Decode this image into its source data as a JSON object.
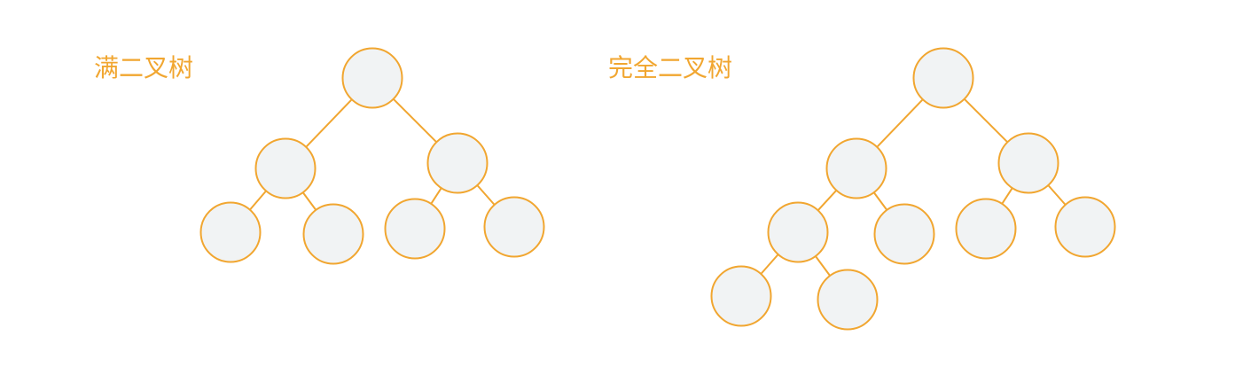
{
  "diagrams": [
    {
      "title": "满二叉树",
      "node_count": 7,
      "edges": [
        [
          0,
          1
        ],
        [
          0,
          2
        ],
        [
          1,
          3
        ],
        [
          1,
          4
        ],
        [
          2,
          5
        ],
        [
          2,
          6
        ]
      ]
    },
    {
      "title": "完全二叉树",
      "node_count": 9,
      "edges": [
        [
          0,
          1
        ],
        [
          0,
          2
        ],
        [
          1,
          3
        ],
        [
          1,
          4
        ],
        [
          2,
          5
        ],
        [
          2,
          6
        ],
        [
          3,
          7
        ],
        [
          3,
          8
        ]
      ]
    }
  ],
  "colors": {
    "accent": "#F1A630",
    "node_fill": "#F1F3F4",
    "background": "#FFFFFF"
  }
}
